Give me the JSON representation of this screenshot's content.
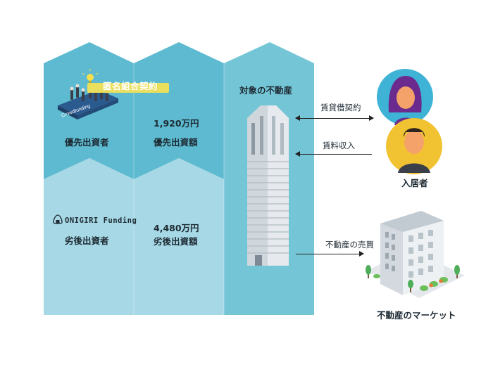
{
  "contract": {
    "anonymous_partnership": "匿名組合契約"
  },
  "crowdfunding_label": "Crowdfunding",
  "senior": {
    "investor": "優先出資者",
    "amount": "1,920万円",
    "amount_label": "優先出資額"
  },
  "junior": {
    "logo_text": "ONIGIRI Funding",
    "investor": "劣後出資者",
    "amount": "4,480万円",
    "amount_label": "劣後出資額"
  },
  "property": {
    "title": "対象の不動産"
  },
  "flows": {
    "lease_contract": "賃貸借契約",
    "rent_income": "賃料収入",
    "property_sale": "不動産の売買"
  },
  "tenants_label": "入居者",
  "market_label": "不動産のマーケット",
  "colors": {
    "dark_teal": "#5dbad0",
    "mid_teal": "#74c6d7",
    "light_teal": "#a6d8e5",
    "yellow_accent": "#e9df5c",
    "tenant_purple": "#6b2b8e",
    "tenant_yellow": "#f1c232",
    "tenant_cyan": "#3fb3d6"
  }
}
